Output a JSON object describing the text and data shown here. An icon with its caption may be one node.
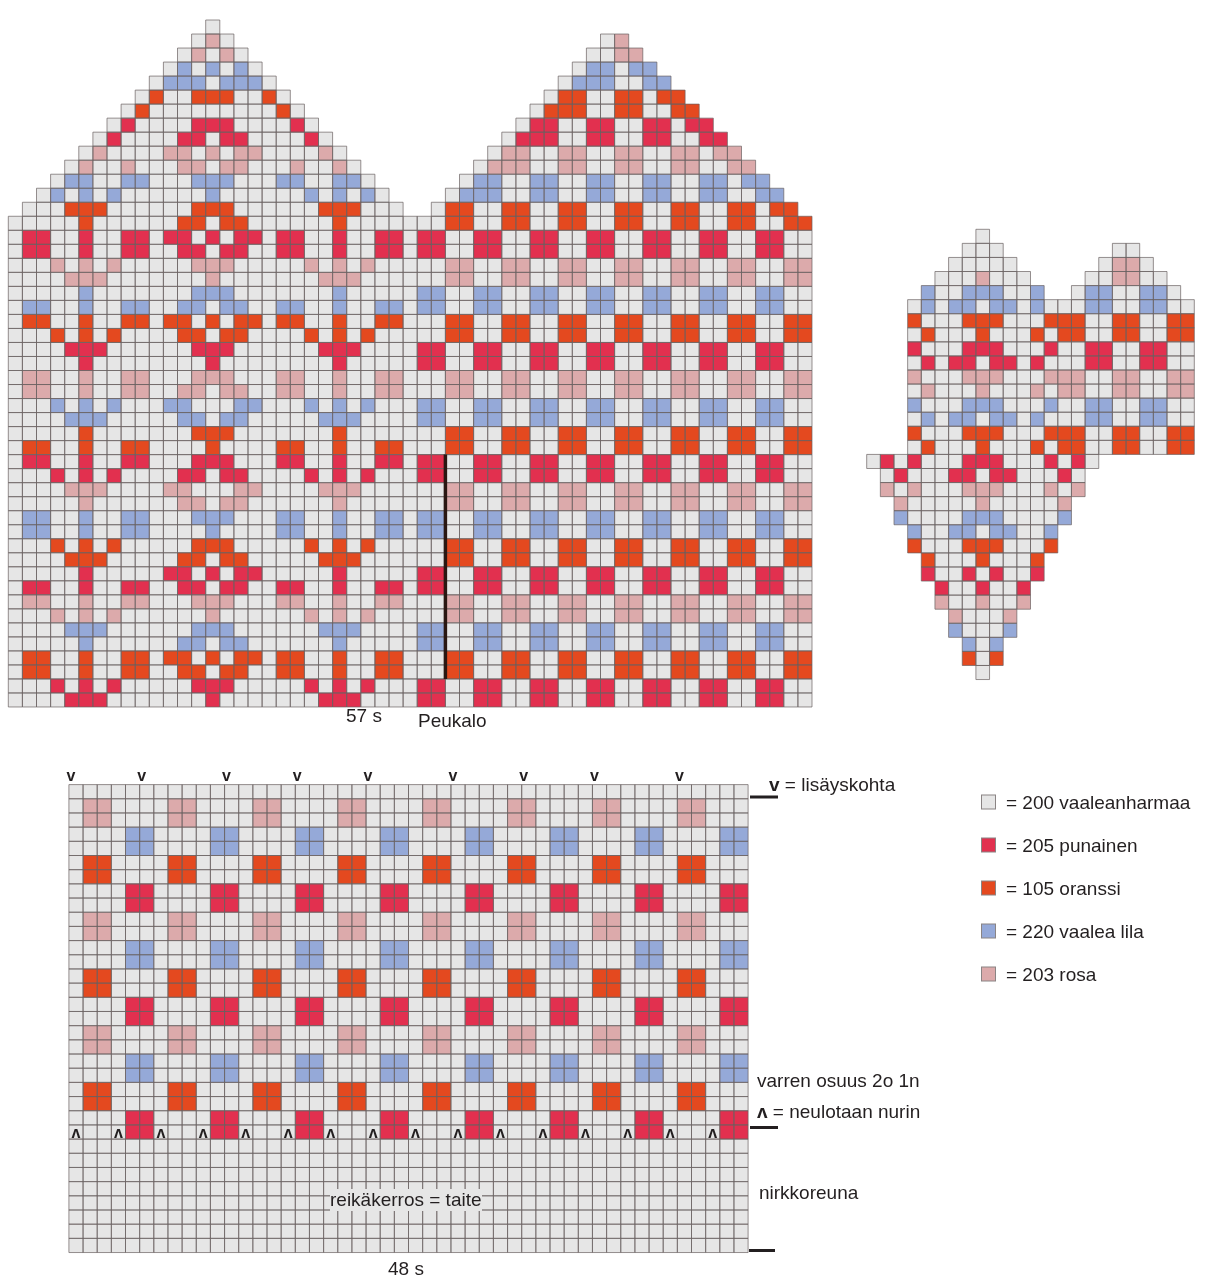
{
  "diagram": {
    "labels": [
      "57 s",
      "Peukalo",
      "v",
      "v",
      "v",
      "v",
      "v",
      "v",
      "v",
      "v",
      "v",
      "**v** = lisäyskohta",
      "varren osuus 2o 1n",
      "**ʌ** = neulotaan nurin",
      "ʌ",
      "ʌ",
      "ʌ",
      "ʌ",
      "ʌ",
      "ʌ",
      "ʌ",
      "ʌ",
      "ʌ",
      "ʌ",
      "ʌ",
      "ʌ",
      "ʌ",
      "ʌ",
      "ʌ",
      "ʌ",
      "nirkkoreuna",
      "reikäkerros = taite",
      "48 s"
    ],
    "legend": [
      {
        "text": "= 200 vaaleanharmaa",
        "color": "#e6e6e6"
      },
      {
        "text": "= 205 punainen",
        "color": "#e2304f"
      },
      {
        "text": "= 105 oranssi",
        "color": "#e4491f"
      },
      {
        "text": "= 220 vaalea lila",
        "color": "#95a9d8"
      },
      {
        "text": "= 203 rosa",
        "color": "#dcaaab"
      }
    ]
  }
}
